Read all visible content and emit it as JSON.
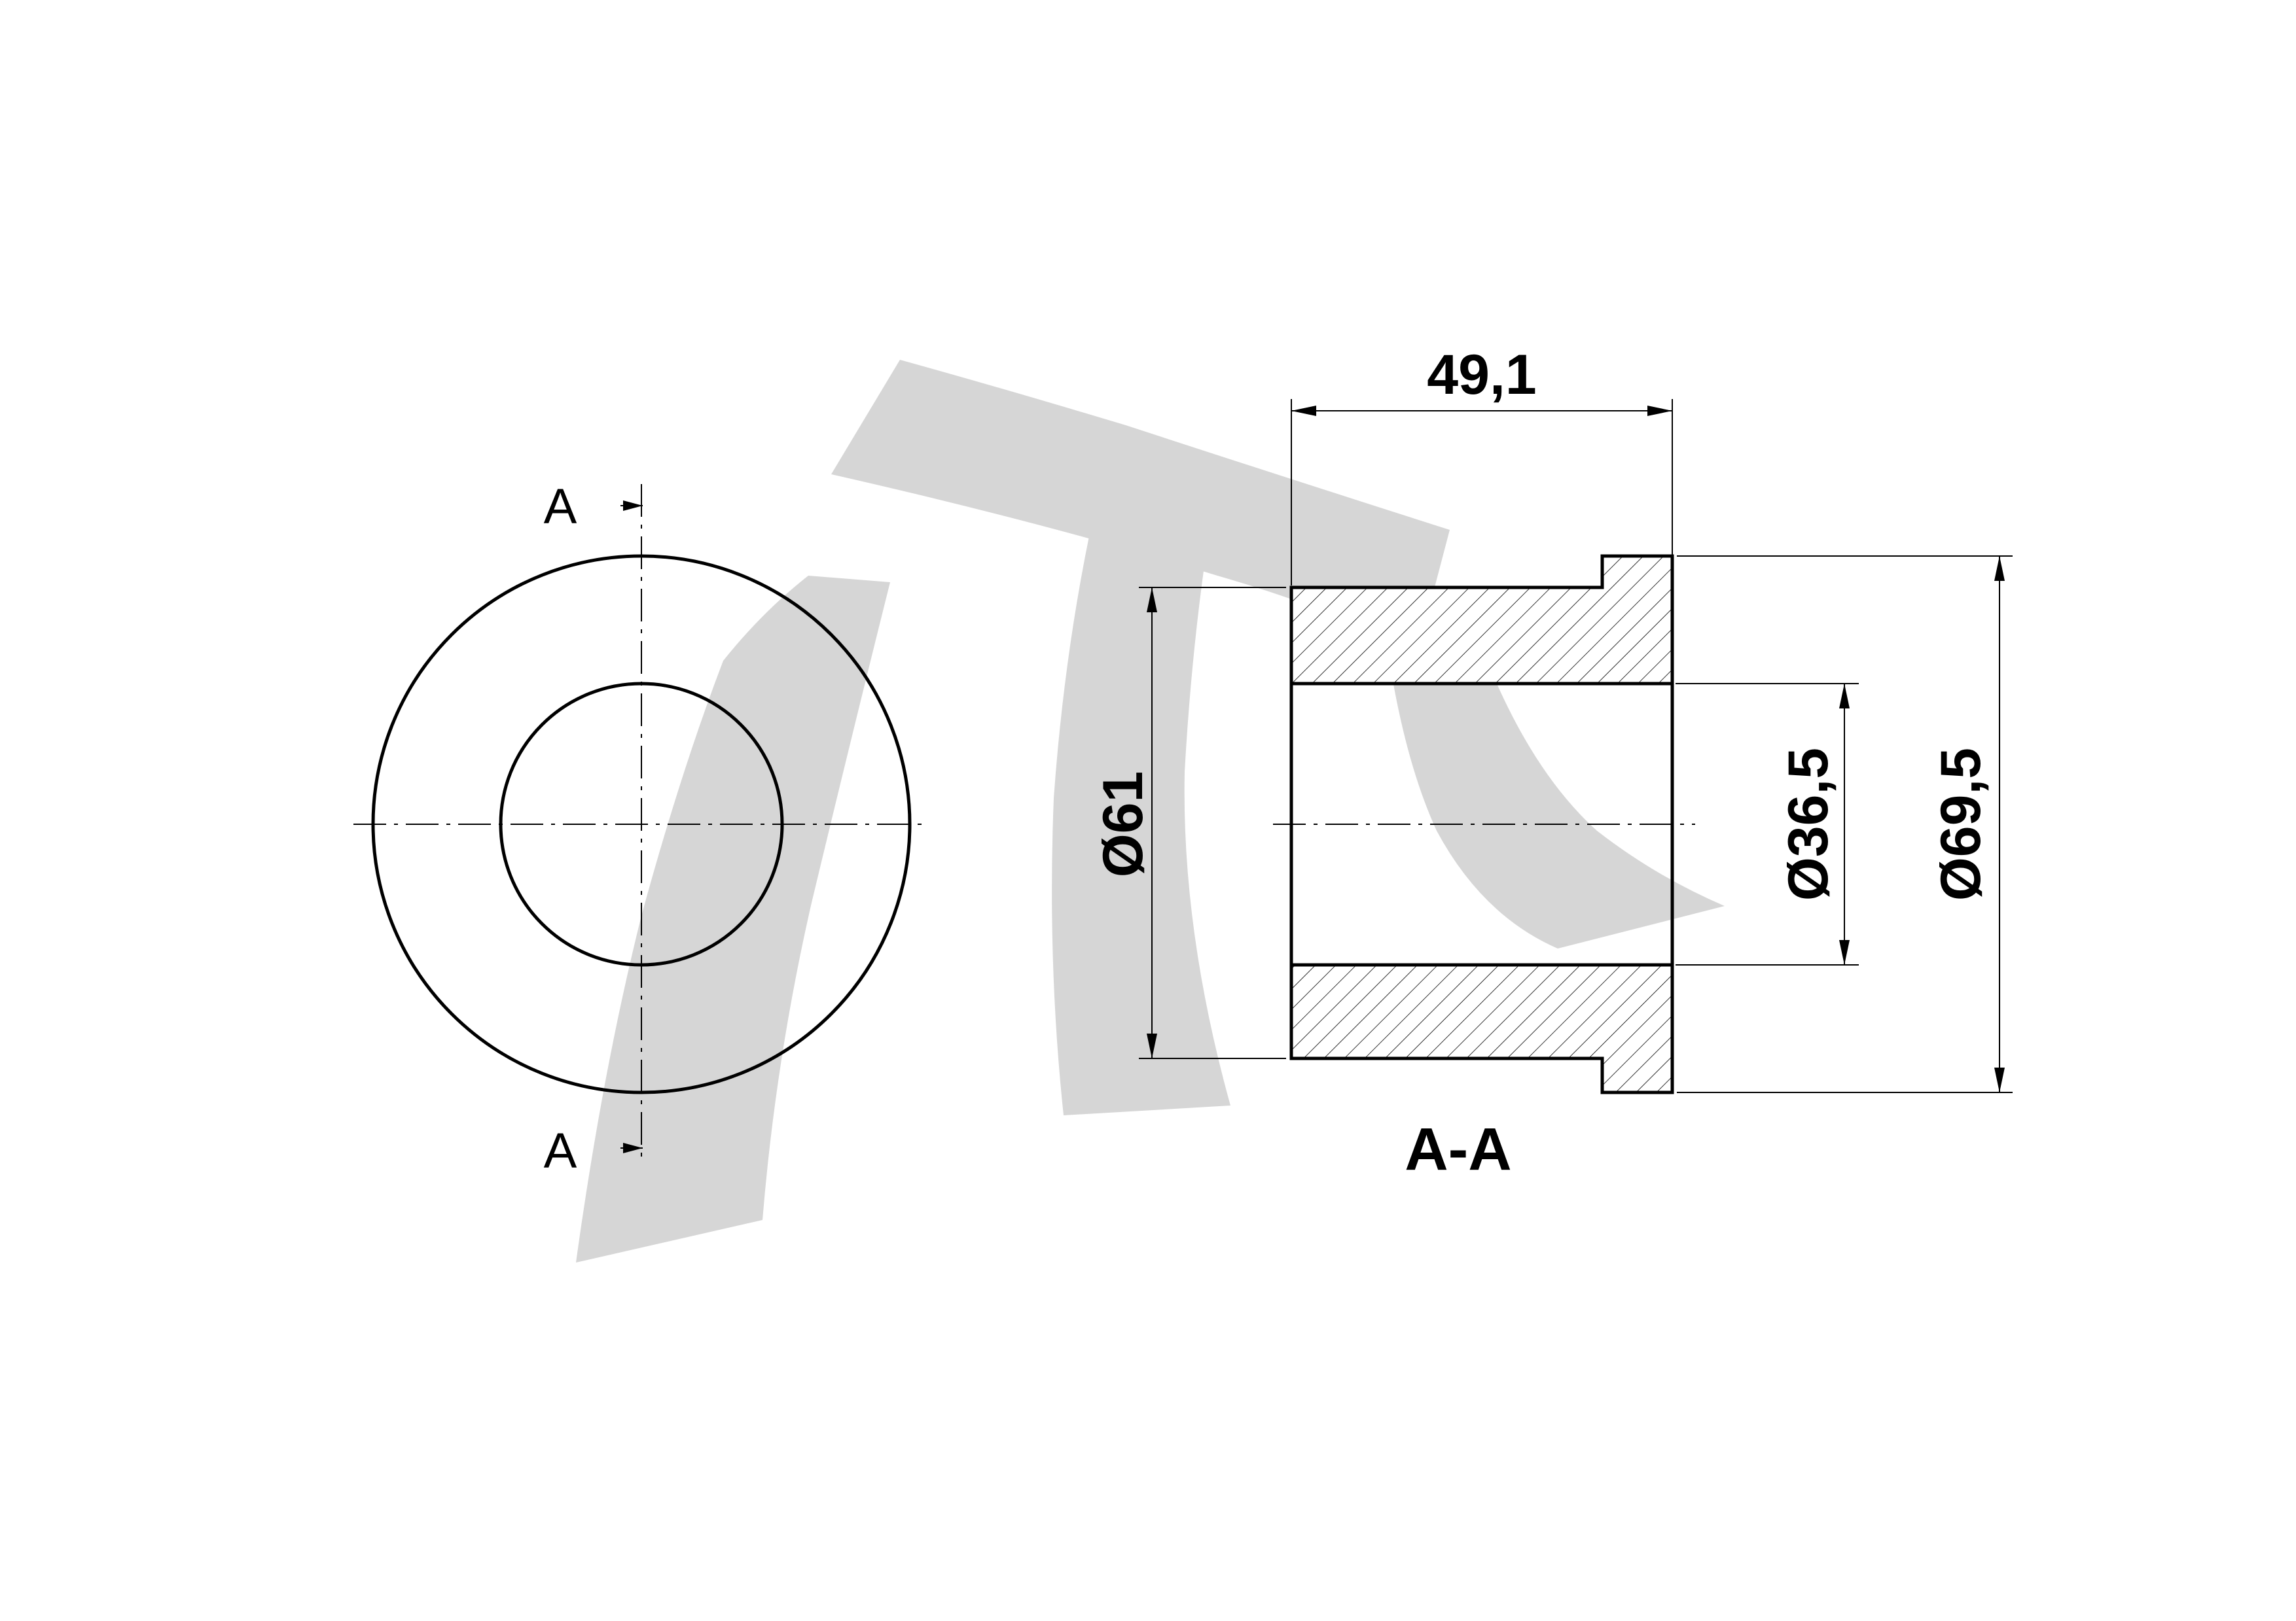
{
  "front_view": {
    "cut_marker_top": "A",
    "cut_marker_bottom": "A"
  },
  "section_view": {
    "title": "A-A",
    "dimensions": {
      "length": "49,1",
      "body_diameter": "Ø61",
      "bore_diameter": "Ø36,5",
      "flange_diameter": "Ø69,5"
    }
  },
  "watermark": {
    "colors": {
      "fill": "#d6d6d6"
    }
  },
  "colors": {
    "line": "#000000",
    "background": "#ffffff"
  }
}
